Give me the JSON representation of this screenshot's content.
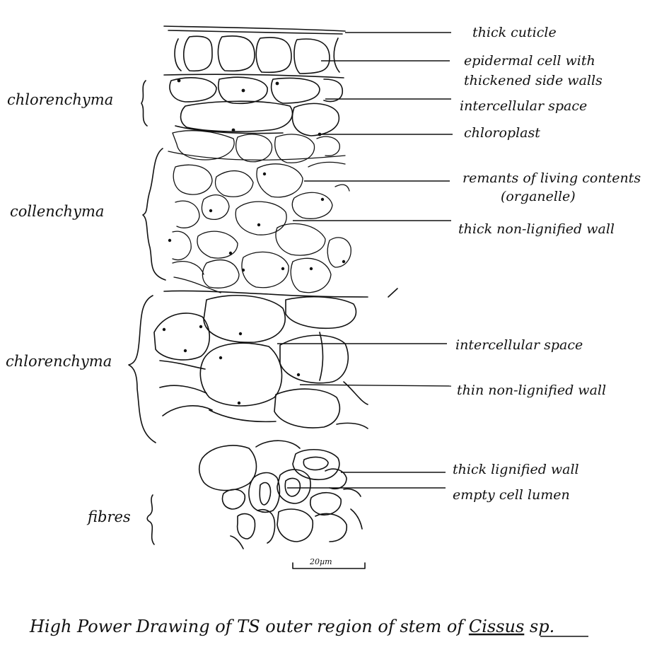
{
  "labels": {
    "thick_cuticle": "thick cuticle",
    "epidermal_line1": "epidermal cell with",
    "epidermal_line2": "thickened side walls",
    "intercellular_space_1": "intercellular space",
    "chloroplast": "chloroplast",
    "remnants_line1": "remants of living contents",
    "remnants_line2": "(organelle)",
    "thick_nonlignified_wall": "thick non-lignified wall",
    "intercellular_space_2": "intercellular space",
    "thin_nonlignified_wall": "thin non-lignified wall",
    "thick_lignified_wall": "thick lignified wall",
    "empty_cell_lumen": "empty cell lumen"
  },
  "regions": {
    "chlorenchyma_top": "chlorenchyma",
    "collenchyma": "collenchyma",
    "chlorenchyma_bottom": "chlorenchyma",
    "fibres": "fibres"
  },
  "scale_bar": "20µm",
  "caption": {
    "before": "High Power Drawing of TS outer region of stem of ",
    "genus": "Cissus",
    "after": " sp."
  }
}
